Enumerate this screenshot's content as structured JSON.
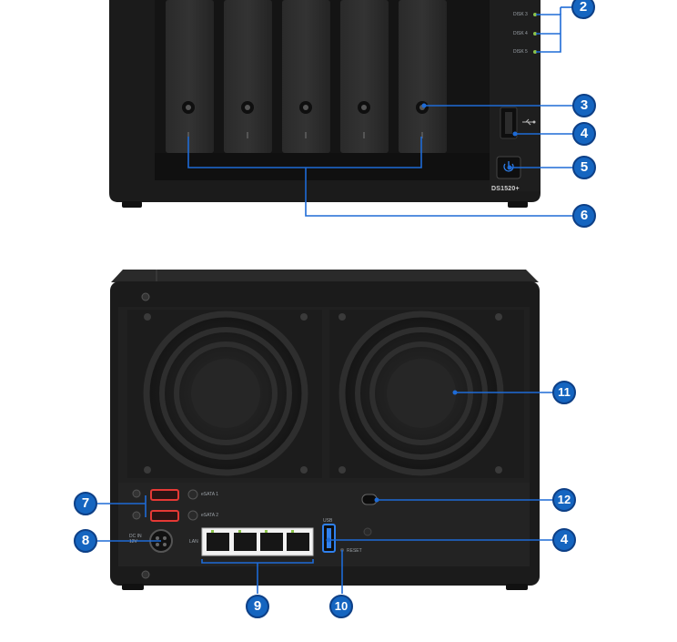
{
  "front": {
    "led_labels": [
      "DISK 3",
      "DISK 4",
      "DISK 5"
    ],
    "model_label": "DS1520+"
  },
  "rear": {
    "esata_labels": [
      "eSATA 1",
      "eSATA 2"
    ],
    "power_label": "DC IN 12V",
    "lan_label": "LAN",
    "usb_label": "USB",
    "reset_label": "RESET"
  },
  "callouts": [
    "2",
    "3",
    "4",
    "5",
    "6",
    "11",
    "12",
    "7",
    "8",
    "4",
    "9",
    "10"
  ],
  "colors": {
    "chassis": "#1b1b1b",
    "panel": "#262626",
    "accent_blue": "#1565c0",
    "leader_line": "#1e6bd6",
    "led_green": "#8bc34a",
    "esata_red": "#e53935"
  }
}
